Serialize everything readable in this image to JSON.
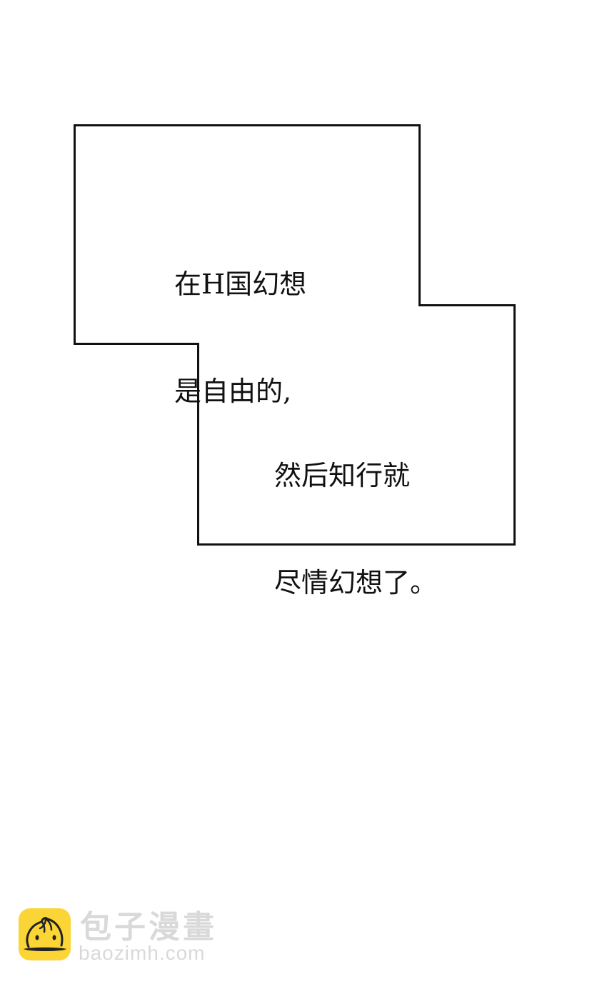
{
  "panel": {
    "outline_color": "#111111",
    "background": "#ffffff",
    "stroke_width": 3
  },
  "captions": [
    {
      "lines": [
        "在H国幻想",
        "是自由的,"
      ]
    },
    {
      "lines": [
        "然后知行就",
        "尽情幻想了。"
      ]
    }
  ],
  "watermark": {
    "icon": "steamed-bun-icon",
    "icon_color": "#fbd436",
    "title": "包子漫畫",
    "url": "baozimh.com",
    "text_color": "#d9d9d9"
  }
}
